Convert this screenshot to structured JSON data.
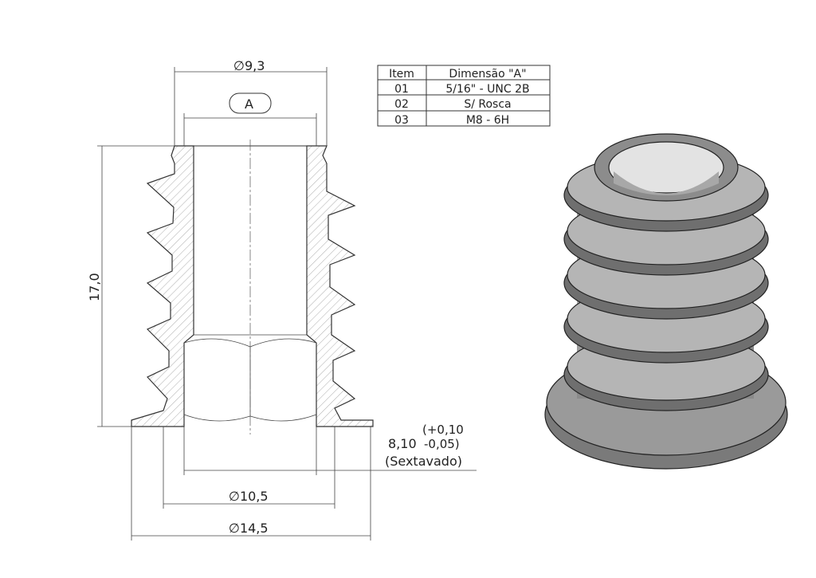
{
  "dimensions": {
    "top_diameter": "9,3",
    "thread_label": "A",
    "height": "17,0",
    "hex_nominal": "8,10",
    "hex_tol_upper": "(+0,10",
    "hex_tol_lower": "-0,05)",
    "hex_note": "(Sextavado)",
    "mid_diameter": "10,5",
    "flange_diameter": "14,5",
    "diameter_symbol": "∅"
  },
  "table": {
    "headers": [
      "Item",
      "Dimensão \"A\""
    ],
    "rows": [
      [
        "01",
        "5/16\" - UNC 2B"
      ],
      [
        "02",
        "S/ Rosca"
      ],
      [
        "03",
        "M8 - 6H"
      ]
    ]
  }
}
